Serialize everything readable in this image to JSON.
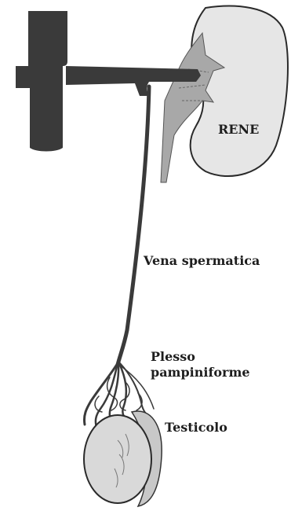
{
  "labels": {
    "kidney": "RENE",
    "spermatic_vein": "Vena spermatica",
    "pampiniform_plexus_line1": "Plesso",
    "pampiniform_plexus_line2": "pampiniforme",
    "testicle": "Testicolo"
  },
  "colors": {
    "vein": "#3a3a3a",
    "kidney_fill": "#e6e6e6",
    "adrenal_fill": "#a8a8a8",
    "testis_fill": "#d9d9d9",
    "outline": "#2a2a2a",
    "text": "#1e1e1e"
  }
}
